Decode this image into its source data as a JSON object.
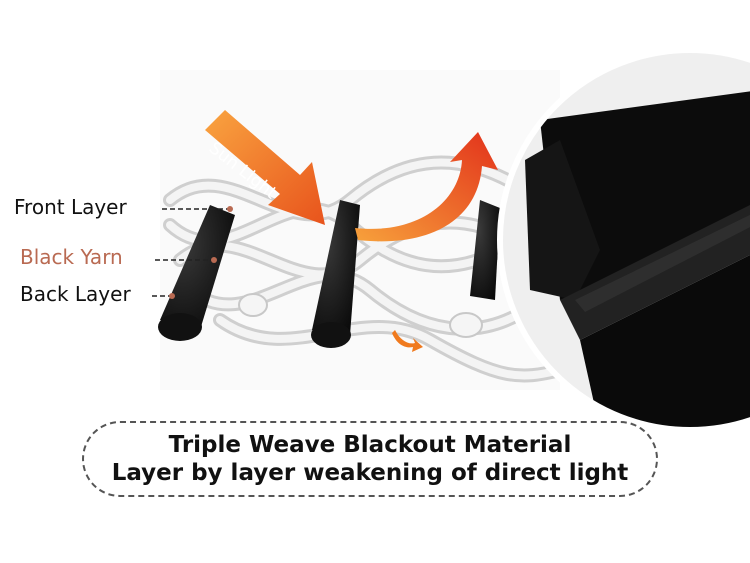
{
  "labels": {
    "front_layer": "Front Layer",
    "black_yarn": "Black Yarn",
    "back_layer": "Back Layer",
    "sun_light": "Sun Light"
  },
  "caption": {
    "line1": "Triple Weave  Blackout Material",
    "line2": "Layer by layer weakening of direct light"
  },
  "colors": {
    "sun_arrow": "#f07a1e",
    "black_yarn_label": "#b96a52",
    "yarn_black": "#1a1a1a",
    "yarn_white": "#f2f2f2"
  },
  "icons": {
    "sun_arrow": "orange-arrow-icon",
    "reflect_arrow": "red-orange-curved-arrow-icon"
  }
}
